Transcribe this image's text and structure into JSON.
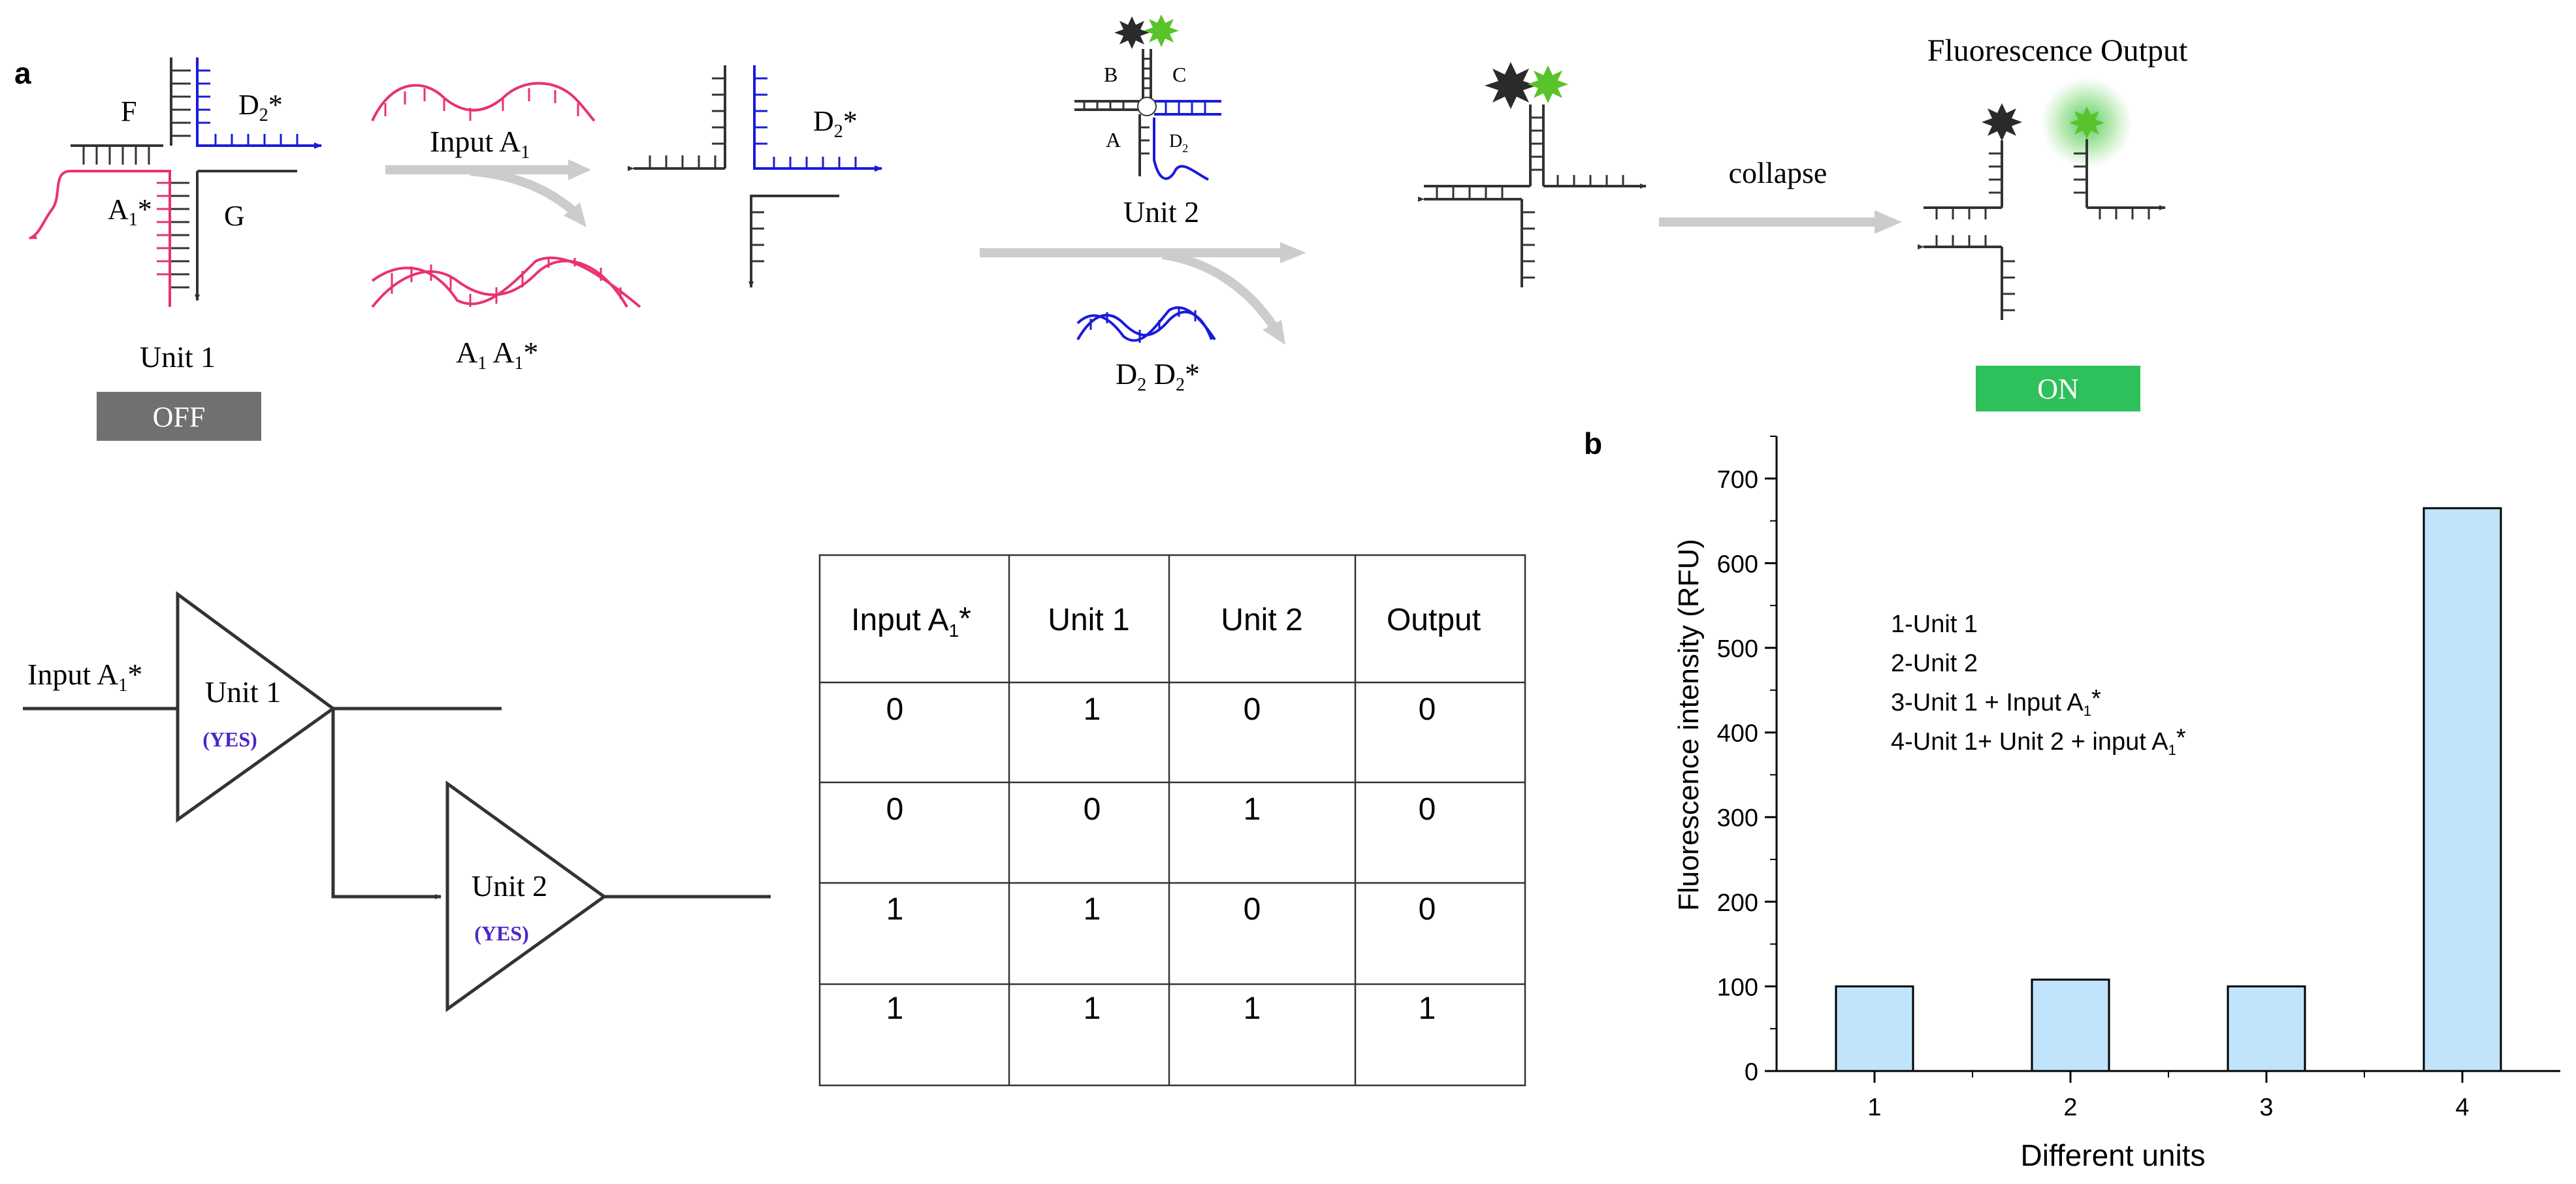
{
  "panel_a": {
    "label": "a",
    "unit1": {
      "strand_f": "F",
      "strand_d2star": "D",
      "strand_d2star_sub": "2",
      "strand_d2star_sup": "*",
      "strand_a1star": "A",
      "strand_a1star_sub": "1",
      "strand_a1star_sup": "*",
      "strand_g": "G",
      "name": "Unit 1",
      "state": "OFF"
    },
    "input_label": "Input A",
    "input_label_sub": "1",
    "intermediate_d2star": "D",
    "intermediate_d2star_sub": "2",
    "intermediate_d2star_sup": "*",
    "duplex_a1a1_parts": [
      "A",
      "1",
      " A",
      "1",
      "*"
    ],
    "unit2": {
      "strand_b": "B",
      "strand_c": "C",
      "strand_a": "A",
      "strand_d2": "D",
      "strand_d2_sub": "2",
      "name": "Unit 2"
    },
    "duplex_d2d2_parts": [
      "D",
      "2",
      " D",
      "2",
      "*"
    ],
    "collapse_label": "collapse",
    "output_title": "Fluorescence Output",
    "output_state": "ON",
    "colors": {
      "pink": "#e8336e",
      "blue": "#1a1adb",
      "gray_arrow": "#cccccc",
      "off_box": "#707070",
      "on_box": "#2ec05a",
      "green_star": "#58c32a"
    }
  },
  "logic": {
    "input_label": "Input A",
    "input_label_sub": "1",
    "input_label_sup": "*",
    "gate1_name": "Unit 1",
    "gate1_type": "(YES)",
    "gate2_name": "Unit 2",
    "gate2_type": "(YES)",
    "gate_type_color": "#4b26c8"
  },
  "truth_table": {
    "headers": [
      {
        "text": "Input A",
        "sub": "1",
        "sup": "*"
      },
      {
        "text": "Unit 1",
        "sub": "",
        "sup": ""
      },
      {
        "text": "Unit 2",
        "sub": "",
        "sup": ""
      },
      {
        "text": "Output",
        "sub": "",
        "sup": ""
      }
    ],
    "rows": [
      [
        "0",
        "1",
        "0",
        "0"
      ],
      [
        "0",
        "0",
        "1",
        "0"
      ],
      [
        "1",
        "1",
        "0",
        "0"
      ],
      [
        "1",
        "1",
        "1",
        "1"
      ]
    ]
  },
  "chart_data": {
    "panel_label": "b",
    "type": "bar",
    "categories": [
      "1",
      "2",
      "3",
      "4"
    ],
    "values": [
      100,
      108,
      100,
      665
    ],
    "xlabel": "Different units",
    "ylabel": "Fluorescence intensity (RFU)",
    "ylim": [
      0,
      750
    ],
    "yticks": [
      0,
      100,
      200,
      300,
      400,
      500,
      600,
      700
    ],
    "bar_color": "#bfe4fb",
    "legend_lines": [
      {
        "text": "1-Unit 1",
        "sub": "",
        "sup": ""
      },
      {
        "text": "2-Unit 2",
        "sub": "",
        "sup": ""
      },
      {
        "text": "3-Unit 1 + Input A",
        "sub": "1",
        "sup": "*"
      },
      {
        "text": "4-Unit 1+ Unit 2 + input A",
        "sub": "1",
        "sup": "*"
      }
    ],
    "grid": false
  }
}
